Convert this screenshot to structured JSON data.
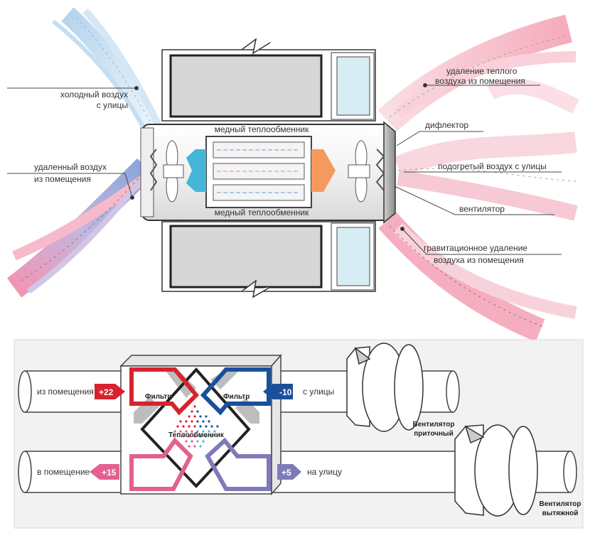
{
  "top": {
    "labels": {
      "cold_air": [
        "холодный воздух",
        "с улицы"
      ],
      "exhaust_air": [
        "удаленный воздух",
        "из помещения"
      ],
      "copper_top": "медный теплообменник",
      "copper_bottom": "медный теплообменник",
      "warm_removal": [
        "удаление теплого",
        "воздуха из помещения"
      ],
      "deflector": "дифлектор",
      "heated_air": "подогретый воздух с улицы",
      "fan": "вентилятор",
      "gravity": [
        "гравитационное удаление",
        "воздуха из помещения"
      ]
    }
  },
  "bottom": {
    "from_room": "из помещения",
    "from_room_temp": "+22",
    "from_street": "с улицы",
    "from_street_temp": "-10",
    "to_room": "в помещение",
    "to_room_temp": "+15",
    "to_street": "на улицу",
    "to_street_temp": "+5",
    "filter_left": "Фильтр",
    "filter_right": "Фильтр",
    "exchanger": "Теплообменник",
    "supply_fan": [
      "Вентилятор",
      "приточный"
    ],
    "exhaust_fan": [
      "Вентилятор",
      "вытяжной"
    ]
  },
  "colors": {
    "red": "#d8232f",
    "blue": "#1a4f9c",
    "pink": "#e3608f",
    "violet": "#7f7bb8",
    "cyan": "#4fb8d6",
    "orange": "#f59a5d"
  }
}
